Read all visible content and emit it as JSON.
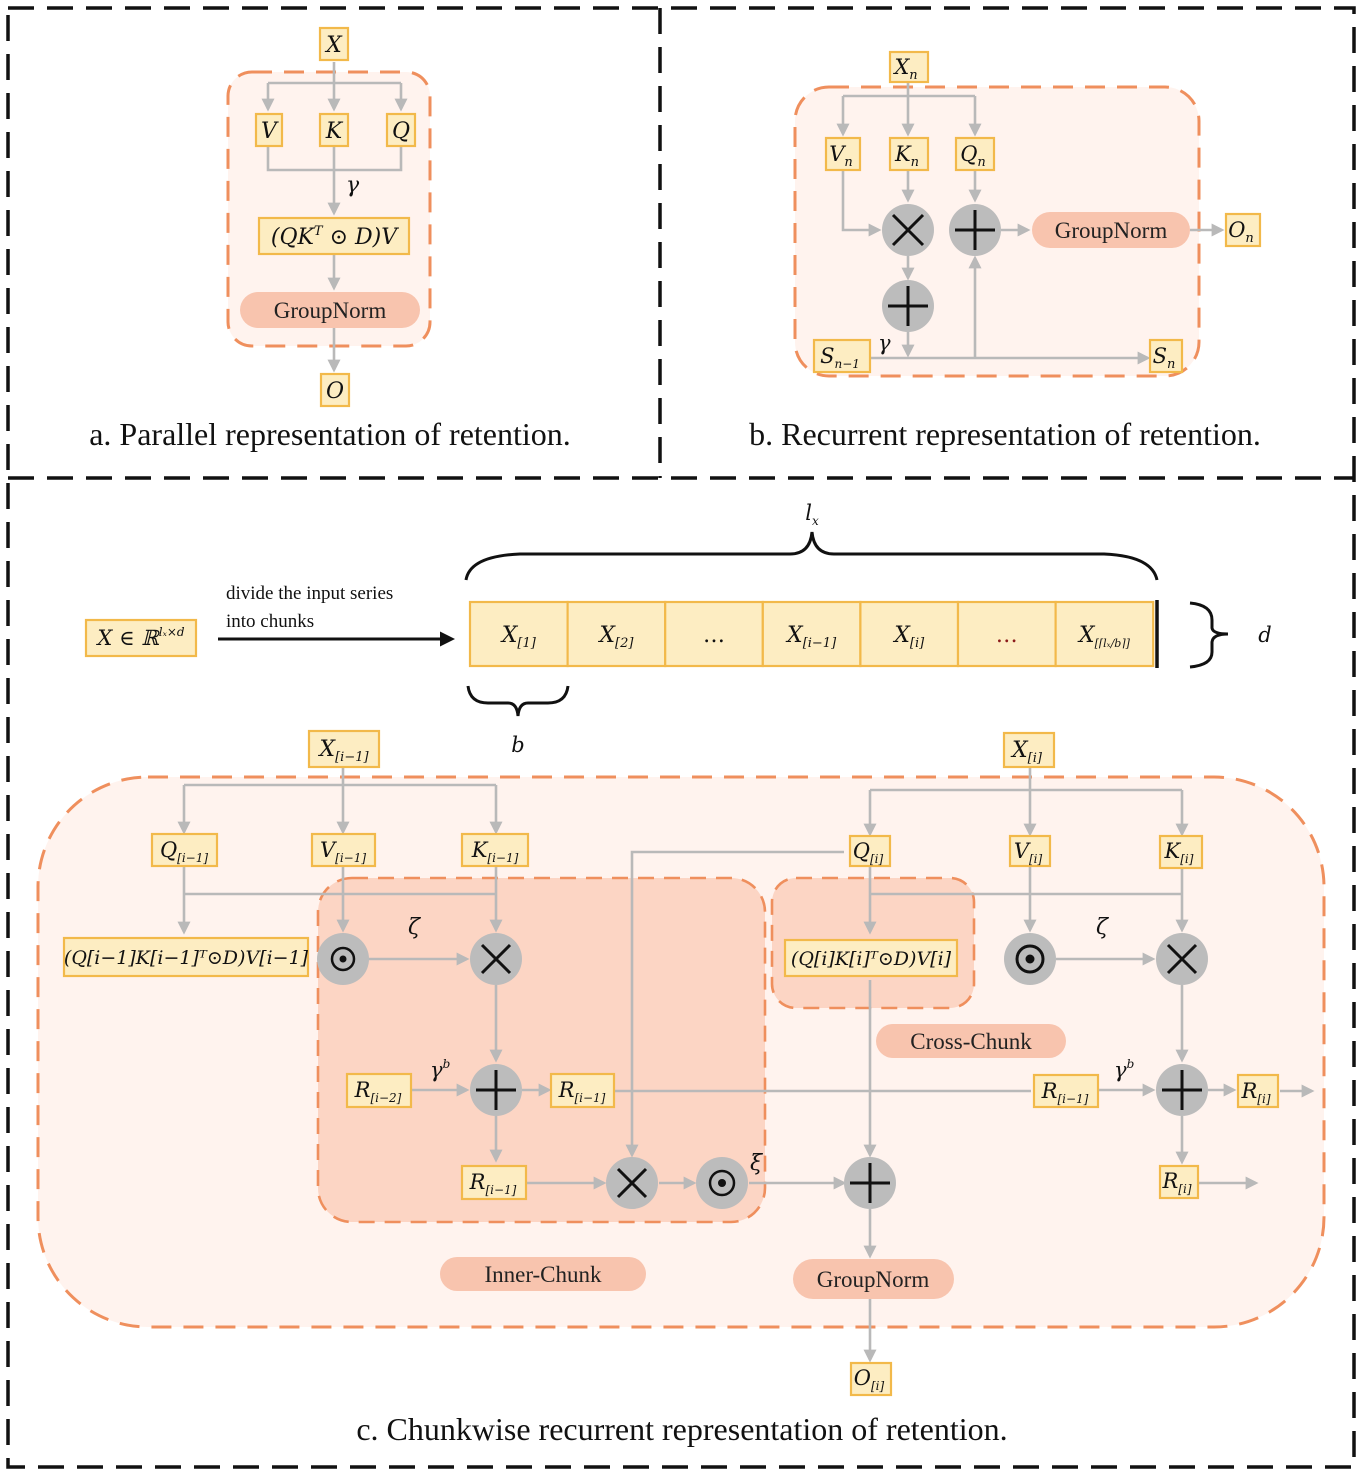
{
  "panels": {
    "a": {
      "caption": "a. Parallel representation of retention.",
      "input": "X",
      "v": "V",
      "k": "K",
      "q": "Q",
      "gamma": "γ",
      "formula_main": "(QK",
      "formula_sup": "T",
      "formula_rest": " ⊙ D)V",
      "groupnorm": "GroupNorm",
      "output": "O"
    },
    "b": {
      "caption": "b. Recurrent representation of retention.",
      "input": {
        "base": "X",
        "sub": "n"
      },
      "v": {
        "base": "V",
        "sub": "n"
      },
      "k": {
        "base": "K",
        "sub": "n"
      },
      "q": {
        "base": "Q",
        "sub": "n"
      },
      "gamma": "γ",
      "groupnorm": "GroupNorm",
      "output": {
        "base": "O",
        "sub": "n"
      },
      "state_prev": {
        "base": "S",
        "sub": "n−1"
      },
      "state_next": {
        "base": "S",
        "sub": "n"
      }
    },
    "c": {
      "caption": "c. Chunkwise recurrent representation of retention.",
      "input_label": {
        "base": "X ∈ ℝ",
        "sup": "lₓ×d"
      },
      "divide_line1": "divide the input series",
      "divide_line2": "into chunks",
      "lx": {
        "base": "l",
        "sub": "x"
      },
      "b": "b",
      "d": "d",
      "chunks": [
        {
          "base": "X",
          "sub": "[1]",
          "dots": false
        },
        {
          "base": "X",
          "sub": "[2]",
          "dots": false
        },
        {
          "base": "…",
          "sub": "",
          "dots": true,
          "color": "#111111"
        },
        {
          "base": "X",
          "sub": "[i−1]",
          "dots": false
        },
        {
          "base": "X",
          "sub": "[i]",
          "dots": false
        },
        {
          "base": "…",
          "sub": "",
          "dots": true,
          "color": "#8b1a1a"
        },
        {
          "base": "X",
          "sub": "[⌈lₓ/b⌉]",
          "dots": false
        }
      ],
      "left": {
        "input": {
          "base": "X",
          "sub": "[i−1]"
        },
        "q": {
          "base": "Q",
          "sub": "[i−1]"
        },
        "v": {
          "base": "V",
          "sub": "[i−1]"
        },
        "k": {
          "base": "K",
          "sub": "[i−1]"
        },
        "formula": "(Q[i−1]K[i−1]ᵀ⊙D)V[i−1]",
        "zeta": "ζ",
        "r_prev": {
          "base": "R",
          "sub": "[i−2]"
        },
        "gamma_b": {
          "base": "γ",
          "sup": "b"
        },
        "r_out": {
          "base": "R",
          "sub": "[i−1]"
        },
        "r_down": {
          "base": "R",
          "sub": "[i−1]"
        },
        "xi": "ξ"
      },
      "right": {
        "input": {
          "base": "X",
          "sub": "[i]"
        },
        "q": {
          "base": "Q",
          "sub": "[i]"
        },
        "v": {
          "base": "V",
          "sub": "[i]"
        },
        "k": {
          "base": "K",
          "sub": "[i]"
        },
        "formula": "(Q[i]K[i]ᵀ⊙D)V[i]",
        "zeta": "ζ",
        "r_in": {
          "base": "R",
          "sub": "[i−1]"
        },
        "gamma_b": {
          "base": "γ",
          "sup": "b"
        },
        "r_out": {
          "base": "R",
          "sub": "[i]"
        },
        "r_down": {
          "base": "R",
          "sub": "[i]"
        }
      },
      "inner_chunk": "Inner-Chunk",
      "cross_chunk": "Cross-Chunk",
      "groupnorm": "GroupNorm",
      "output": {
        "base": "O",
        "sub": "[i]"
      }
    }
  }
}
